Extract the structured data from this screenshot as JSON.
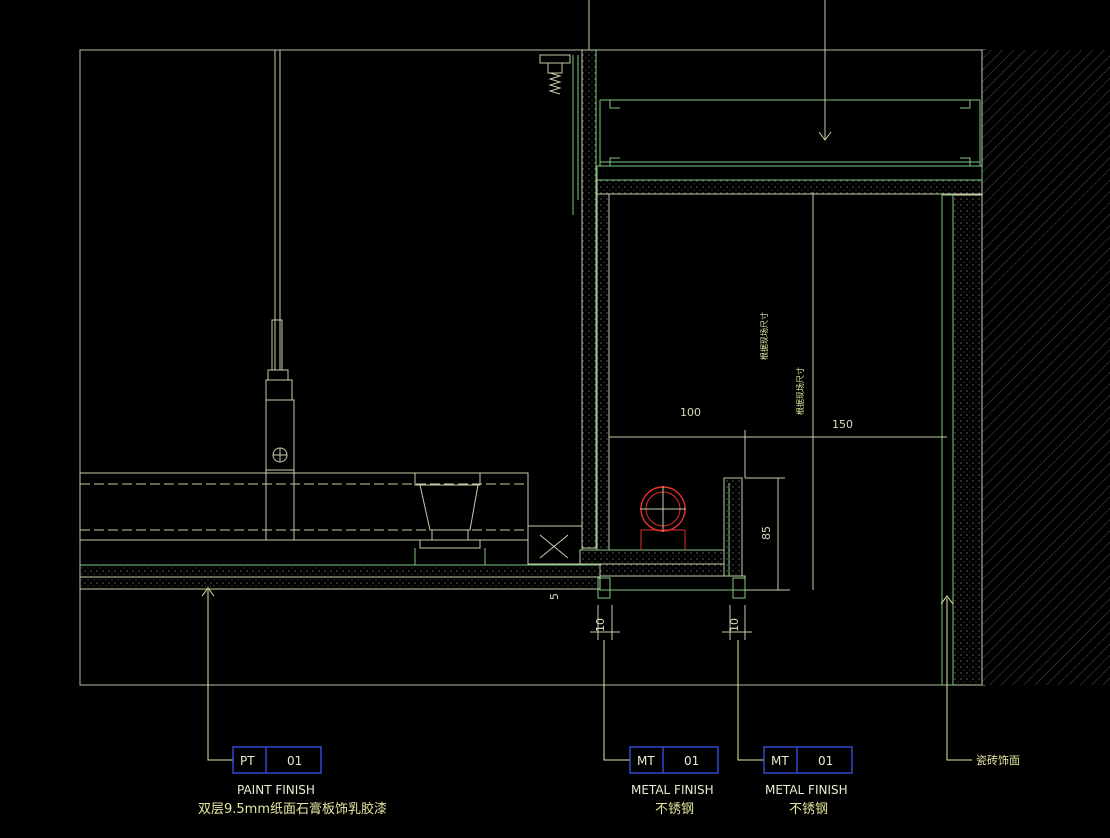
{
  "tags": [
    {
      "code": "PT",
      "num": "01",
      "finish": "PAINT FINISH",
      "desc": "双层9.5mm纸面石膏板饰乳胶漆"
    },
    {
      "code": "MT",
      "num": "01",
      "finish": "METAL FINISH",
      "desc": "不锈钢"
    },
    {
      "code": "MT",
      "num": "01",
      "finish": "METAL FINISH",
      "desc": "不锈钢"
    }
  ],
  "wall_note": "瓷砖饰面",
  "dims": {
    "d100": "100",
    "d150": "150",
    "d85": "85",
    "d5": "5",
    "d10a": "10",
    "d10b": "10"
  },
  "vertical_notes": [
    "根据现场尺寸",
    "根据现场尺寸"
  ],
  "colors": {
    "line": "#c8cca8",
    "green": "#7fc97f",
    "red": "#e0302a",
    "blue": "#3a5cff",
    "yellow": "#e6e6a0",
    "wall": "#b0b0b0"
  }
}
